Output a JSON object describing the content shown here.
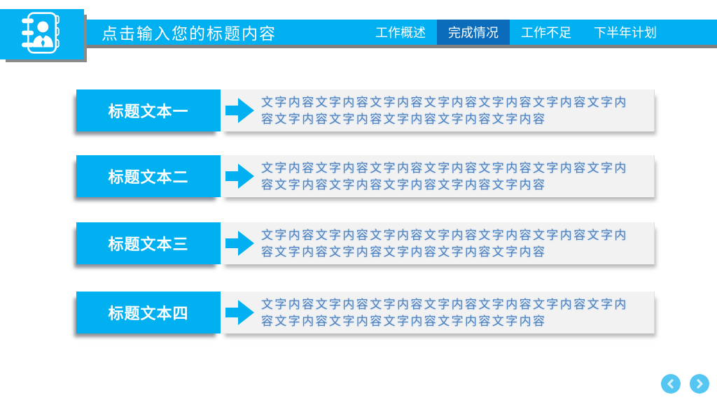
{
  "header": {
    "title": "点击输入您的标题内容",
    "logo_icon": "address-book-contact-icon",
    "tabs": [
      {
        "label": "工作概述",
        "active": false
      },
      {
        "label": "完成情况",
        "active": true
      },
      {
        "label": "工作不足",
        "active": false
      },
      {
        "label": "下半年计划",
        "active": false
      }
    ]
  },
  "rows": [
    {
      "title": "标题文本一",
      "body": "文字内容文字内容文字内容文字内容文字内容文字内容文字内容文字内容文字内容文字内容文字内容文字内容"
    },
    {
      "title": "标题文本二",
      "body": "文字内容文字内容文字内容文字内容文字内容文字内容文字内容文字内容文字内容文字内容文字内容文字内容"
    },
    {
      "title": "标题文本三",
      "body": "文字内容文字内容文字内容文字内容文字内容文字内容文字内容文字内容文字内容文字内容文字内容文字内容"
    },
    {
      "title": "标题文本四",
      "body": "文字内容文字内容文字内容文字内容文字内容文字内容文字内容文字内容文字内容文字内容文字内容文字内容"
    }
  ],
  "colors": {
    "accent_blue": "#00B0F0",
    "active_tab_blue": "#0B6CBB",
    "shadow_gray": "#7F7F7F",
    "content_box_gray": "#F2F2F2",
    "body_text_blue": "#4E81BD",
    "nav_circle_blue": "#55C6F1"
  }
}
